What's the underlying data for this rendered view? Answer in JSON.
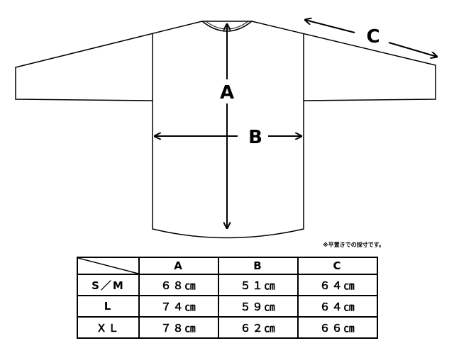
{
  "labels": {
    "a": "A",
    "b": "B",
    "c": "C"
  },
  "note": "※平置きでの採寸です。",
  "table": {
    "headers": [
      "A",
      "B",
      "C"
    ],
    "rows": [
      {
        "size": "S／M",
        "values": [
          "６８㎝",
          "５１㎝",
          "６４㎝"
        ]
      },
      {
        "size": "L",
        "values": [
          "７４㎝",
          "５９㎝",
          "６４㎝"
        ]
      },
      {
        "size": "ＸＬ",
        "values": [
          "７８㎝",
          "６２㎝",
          "６６㎝"
        ]
      }
    ]
  }
}
